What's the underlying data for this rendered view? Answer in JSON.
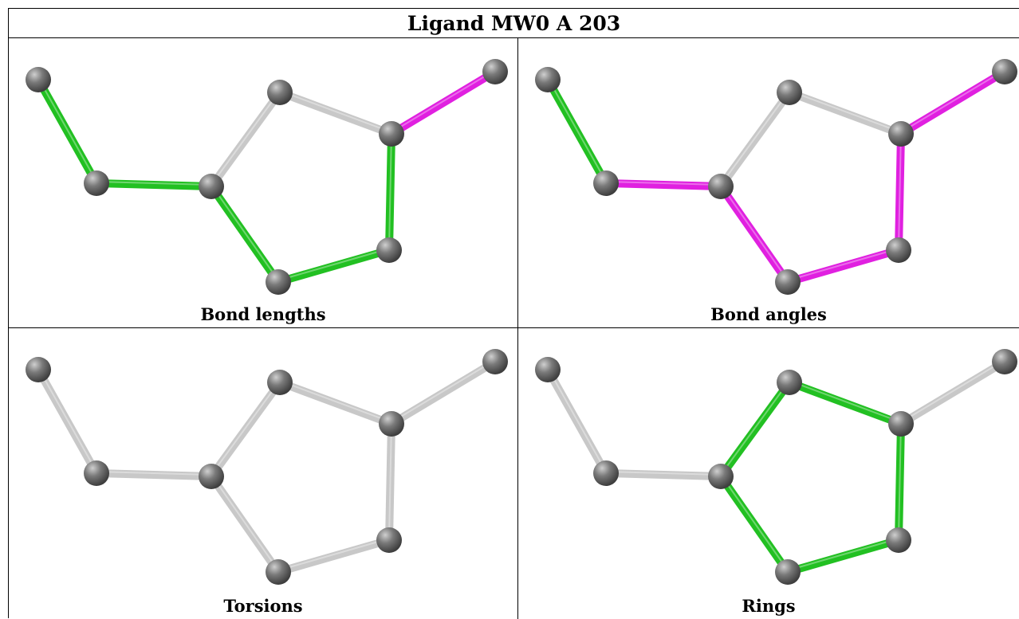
{
  "title": "Ligand MW0 A 203",
  "colors": {
    "atom": "#7a7a7a",
    "bond_default": "#c8c8c8",
    "bond_green": "#22c022",
    "bond_magenta": "#e020e0"
  },
  "panels": [
    {
      "caption": "Bond lengths",
      "bond_colors": [
        "green",
        "green",
        "grey",
        "grey",
        "magenta",
        "green",
        "green",
        "green"
      ]
    },
    {
      "caption": "Bond angles",
      "bond_colors": [
        "green",
        "magenta",
        "grey",
        "grey",
        "magenta",
        "magenta",
        "magenta",
        "magenta"
      ]
    },
    {
      "caption": "Torsions",
      "bond_colors": [
        "grey",
        "grey",
        "grey",
        "grey",
        "grey",
        "grey",
        "grey",
        "grey"
      ]
    },
    {
      "caption": "Rings",
      "bond_colors": [
        "grey",
        "grey",
        "green",
        "green",
        "grey",
        "green",
        "green",
        "green"
      ]
    }
  ]
}
